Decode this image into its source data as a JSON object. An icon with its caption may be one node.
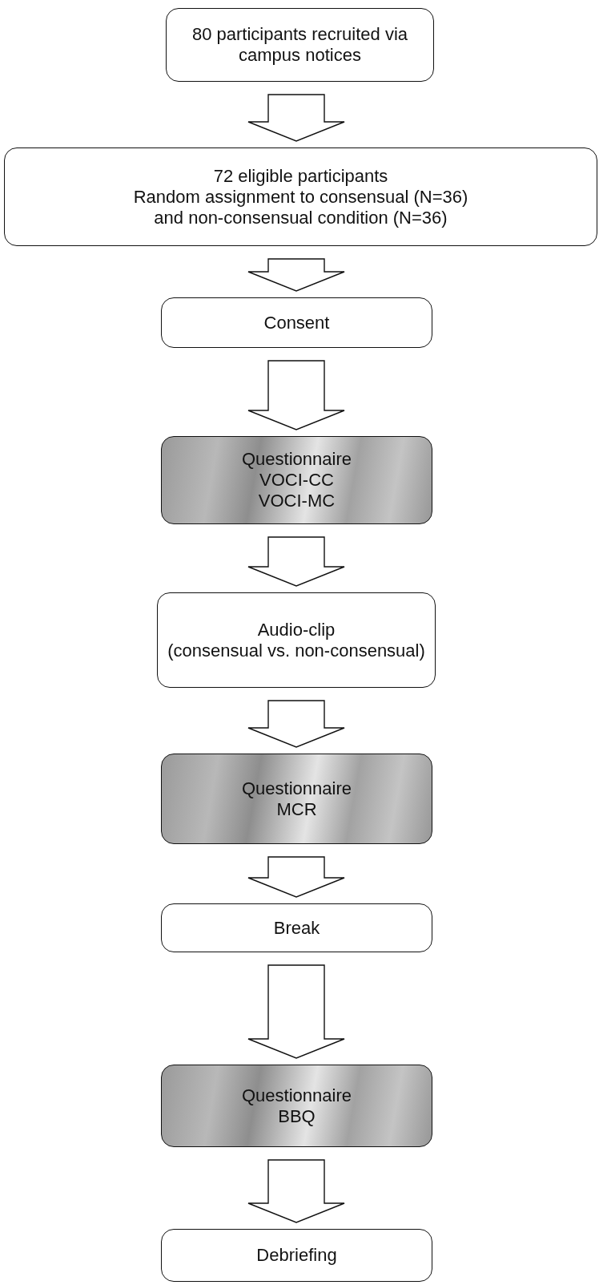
{
  "diagram": {
    "nodes": [
      {
        "text": [
          "80 participants recruited via campus notices"
        ]
      },
      {
        "text": [
          "72 eligible participants",
          "Random assignment to consensual (N=36) and non-consensual condition (N=36)"
        ]
      },
      {
        "text": [
          "Consent"
        ]
      },
      {
        "text": [
          "Questionnaire",
          "VOCI-CC",
          "VOCI-MC"
        ]
      },
      {
        "text": [
          "Audio-clip",
          "(consensual vs. non-consensual)"
        ]
      },
      {
        "text": [
          "Questionnaire",
          "MCR"
        ]
      },
      {
        "text": [
          "Break"
        ]
      },
      {
        "text": [
          "Questionnaire",
          "BBQ"
        ]
      },
      {
        "text": [
          "Debriefing"
        ]
      }
    ],
    "edges": [
      {
        "from": 0,
        "to": 1,
        "arrow": "to"
      },
      {
        "from": 1,
        "to": 2,
        "arrow": "to"
      },
      {
        "from": 2,
        "to": 3,
        "arrow": "to"
      },
      {
        "from": 3,
        "to": 4,
        "arrow": "to"
      },
      {
        "from": 4,
        "to": 5,
        "arrow": "to"
      },
      {
        "from": 5,
        "to": 6,
        "arrow": "to"
      },
      {
        "from": 6,
        "to": 7,
        "arrow": "to"
      },
      {
        "from": 7,
        "to": 8,
        "arrow": "to"
      }
    ]
  }
}
